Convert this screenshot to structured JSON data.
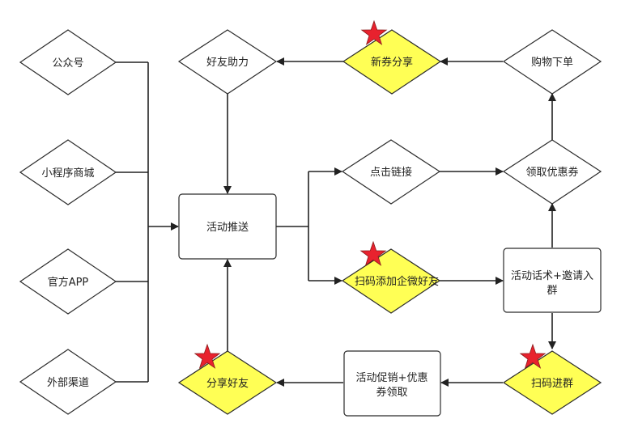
{
  "colors": {
    "highlight_fill": "#ffff55",
    "node_fill": "#ffffff",
    "star": "#e8222e",
    "line": "#222222"
  },
  "nodes": {
    "gongzhonghao": "公众号",
    "xiaochengxu": "小程序商城",
    "guanfang_app": "官方APP",
    "waibu_qudao": "外部渠道",
    "haoyou_zhuli": "好友助力",
    "fenxiang_haoyou": "分享好友",
    "huodong_tuisong": "活动推送",
    "xinquan_fenxiang": "新券分享",
    "gouwu_xiadan": "购物下单",
    "dianji_lianjie": "点击链接",
    "lingqu_youhuiquan": "领取优惠券",
    "saoma_tianjia": "扫码添加企微好友",
    "huodong_huashu": [
      "活动话术+邀请入",
      "群"
    ],
    "saoma_jinqun": "扫码进群",
    "huodong_cuxiao": [
      "活动促销+优惠",
      "券领取"
    ]
  },
  "stars_on": [
    "新券分享",
    "扫码添加企微好友",
    "扫码进群",
    "分享好友"
  ]
}
